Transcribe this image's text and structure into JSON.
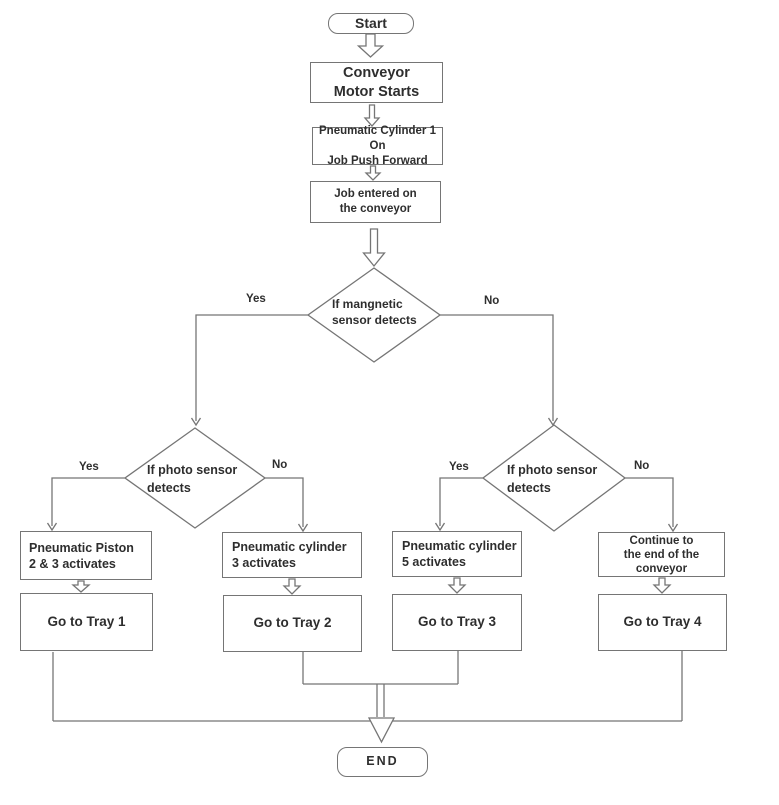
{
  "diagram_type": "flowchart",
  "nodes": {
    "start": "Start",
    "conveyor_motor": "Conveyor\nMotor Starts",
    "pneumatic_cylinder_1": "Pneumatic Cylinder 1 On\nJob Push Forward",
    "job_entered": "Job entered on\nthe conveyor",
    "magnetic_sensor_decision": "If mangnetic\nsensor detects",
    "photo_sensor_decision_left": "If photo sensor\ndetects",
    "photo_sensor_decision_right": "If photo sensor\ndetects",
    "pneumatic_piston_2_3": "Pneumatic Piston\n2 & 3 activates",
    "pneumatic_cylinder_3": "Pneumatic cylinder\n3 activates",
    "pneumatic_cylinder_5": "Pneumatic cylinder\n5 activates",
    "continue_to_end": "Continue to\nthe end of the\nconveyor",
    "go_to_tray_1": "Go to Tray 1",
    "go_to_tray_2": "Go to Tray 2",
    "go_to_tray_3": "Go to Tray 3",
    "go_to_tray_4": "Go to Tray 4",
    "end": "END"
  },
  "edge_labels": {
    "magnetic_yes": "Yes",
    "magnetic_no": "No",
    "photo_left_yes": "Yes",
    "photo_left_no": "No",
    "photo_right_yes": "Yes",
    "photo_right_no": "No"
  },
  "colors": {
    "line": "#757575",
    "border": "#757575",
    "text": "#2e2e2e",
    "background": "#ffffff"
  }
}
